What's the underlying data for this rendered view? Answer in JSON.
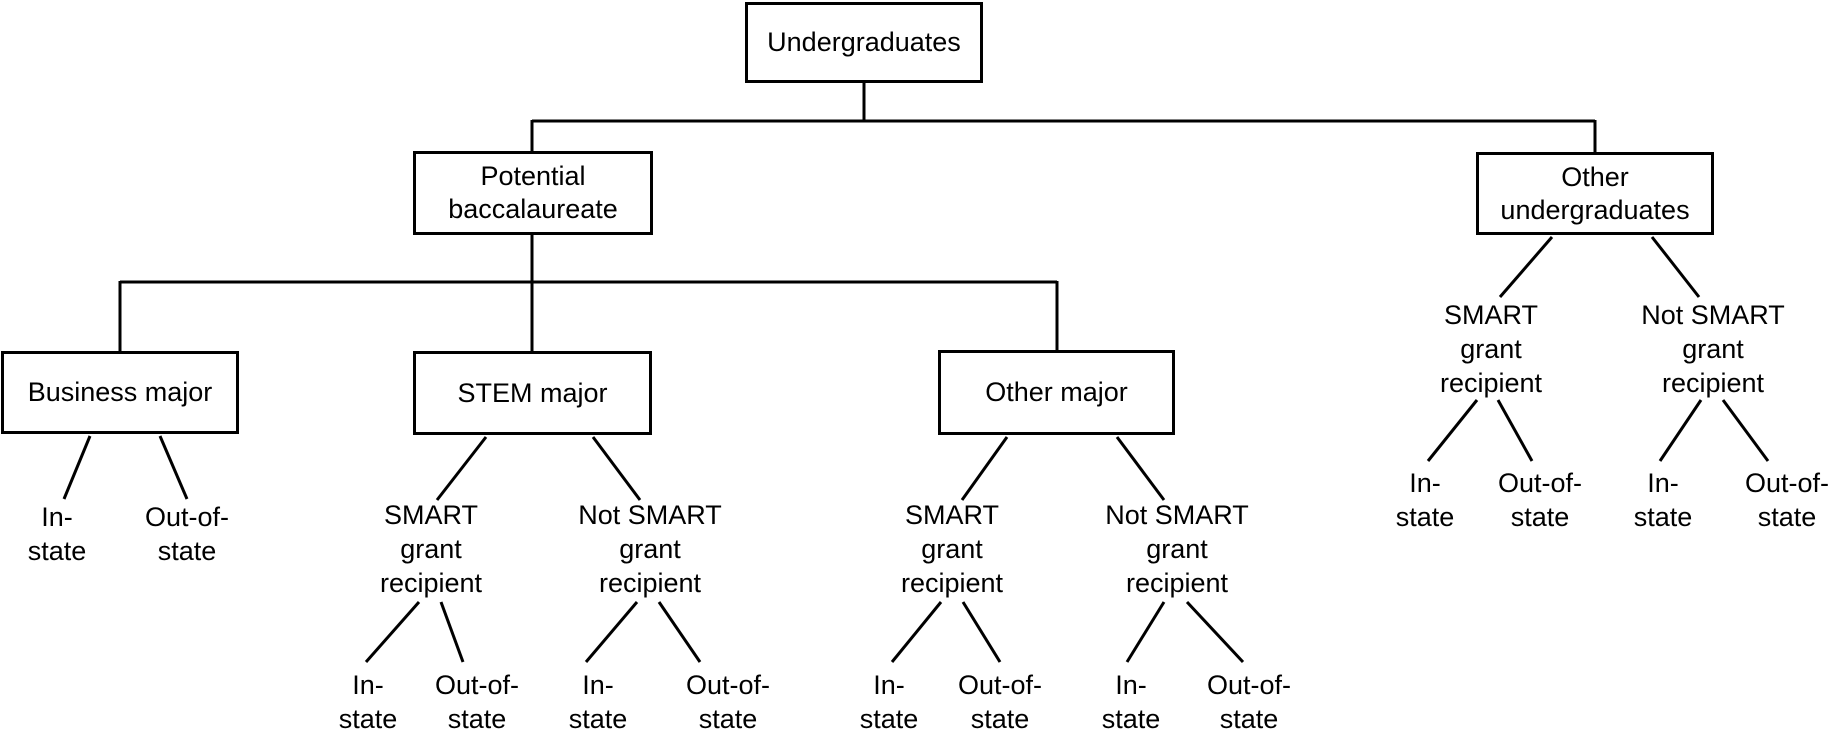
{
  "diagram": {
    "type": "tree",
    "background_color": "#ffffff",
    "line_color": "#000000",
    "text_color": "#000000"
  },
  "nodes": {
    "undergraduates": {
      "label": "Undergraduates"
    },
    "potential_baccalaureate": {
      "lines": [
        "Potential",
        "baccalaureate"
      ]
    },
    "other_undergraduates": {
      "lines": [
        "Other",
        "undergraduates"
      ]
    },
    "business_major": {
      "label": "Business major"
    },
    "stem_major": {
      "label": "STEM major"
    },
    "other_major": {
      "label": "Other major"
    },
    "smart_grant_recipient": {
      "lines": [
        "SMART",
        "grant",
        "recipient"
      ]
    },
    "not_smart_grant_recipient": {
      "lines": [
        "Not SMART",
        "grant",
        "recipient"
      ]
    },
    "in_state": {
      "lines": [
        "In-",
        "state"
      ]
    },
    "out_of_state": {
      "lines": [
        "Out-of-",
        "state"
      ]
    }
  },
  "hierarchy": {
    "Undergraduates": [
      "Potential baccalaureate",
      "Other undergraduates"
    ],
    "Potential baccalaureate": [
      "Business major",
      "STEM major",
      "Other major"
    ],
    "Business major": [
      "In-state",
      "Out-of-state"
    ],
    "STEM major": [
      "SMART grant recipient",
      "Not SMART grant recipient"
    ],
    "Other major": [
      "SMART grant recipient",
      "Not SMART grant recipient"
    ],
    "Other undergraduates": [
      "SMART grant recipient",
      "Not SMART grant recipient"
    ],
    "SMART grant recipient": [
      "In-state",
      "Out-of-state"
    ],
    "Not SMART grant recipient": [
      "In-state",
      "Out-of-state"
    ]
  }
}
